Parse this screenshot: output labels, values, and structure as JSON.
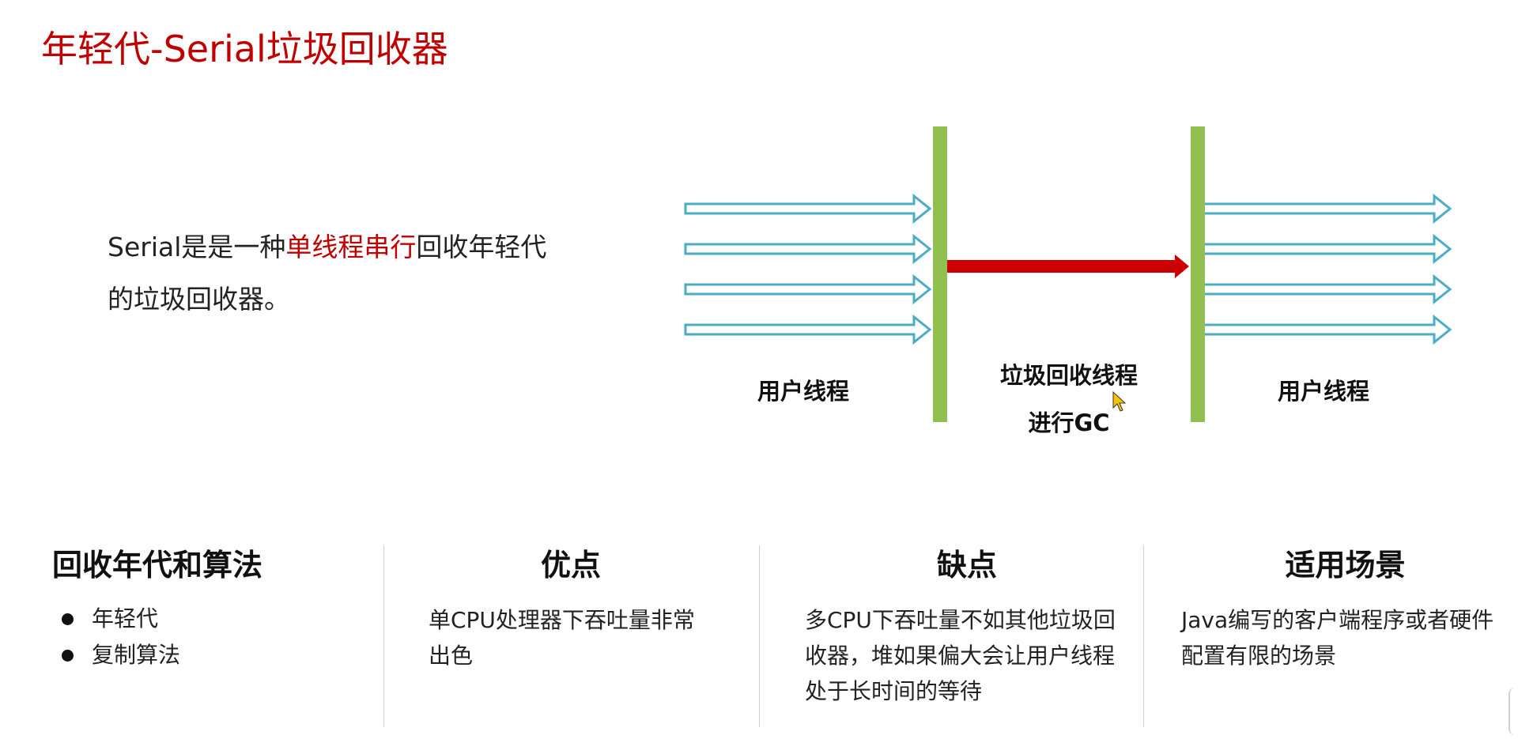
{
  "slide": {
    "title": "年轻代-Serial垃圾回收器"
  },
  "description": {
    "part1": "Serial是是一种",
    "highlight": "单线程串行",
    "part2": "回收年轻代的垃圾回收器。"
  },
  "diagram": {
    "left_label": "用户线程",
    "middle_label_line1": "垃圾回收线程",
    "middle_label_line2": "进行GC",
    "right_label": "用户线程",
    "colors": {
      "user_thread_arrow": "#4bacc6",
      "gc_arrow": "#cc0000",
      "barrier": "#92c050"
    },
    "user_thread_arrows_per_side": 4
  },
  "columns": [
    {
      "title": "回收年代和算法",
      "bullets": [
        "年轻代",
        "复制算法"
      ]
    },
    {
      "title": "优点",
      "text": "单CPU处理器下吞吐量非常出色"
    },
    {
      "title": "缺点",
      "text": "多CPU下吞吐量不如其他垃圾回收器，堆如果偏大会让用户线程处于长时间的等待"
    },
    {
      "title": "适用场景",
      "text": "Java编写的客户端程序或者硬件配置有限的场景"
    }
  ],
  "icons": {
    "cursor": "mouse-cursor-icon",
    "bullet": "bullet-dot-icon"
  }
}
